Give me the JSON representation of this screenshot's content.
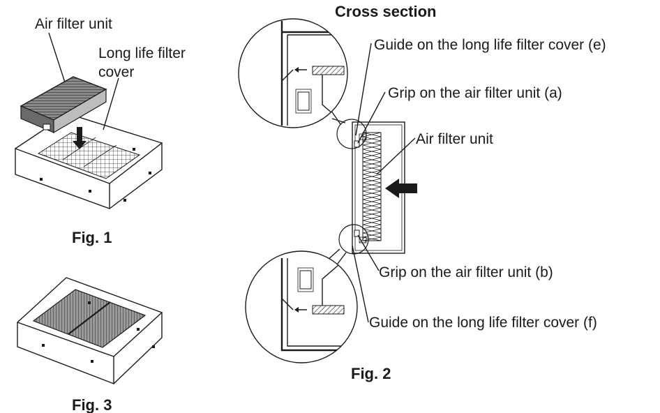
{
  "labels": {
    "fig1_air_filter_unit": "Air filter unit",
    "fig1_cover_line1": "Long life filter",
    "fig1_cover_line2": "cover",
    "cross_section_title": "Cross section",
    "guide_e": "Guide on the long life filter cover (e)",
    "grip_a": "Grip on the air filter unit (a)",
    "fig2_air_filter_unit": "Air filter unit",
    "grip_b": "Grip on the air filter unit (b)",
    "guide_f": "Guide on the long life filter cover (f)"
  },
  "captions": {
    "fig1": "Fig. 1",
    "fig2": "Fig. 2",
    "fig3": "Fig. 3"
  },
  "colors": {
    "ink": "#1a1a1a",
    "filter_dark": "#555555",
    "filter_mid": "#8a8a8a",
    "filter_light": "#c8c8c8"
  }
}
